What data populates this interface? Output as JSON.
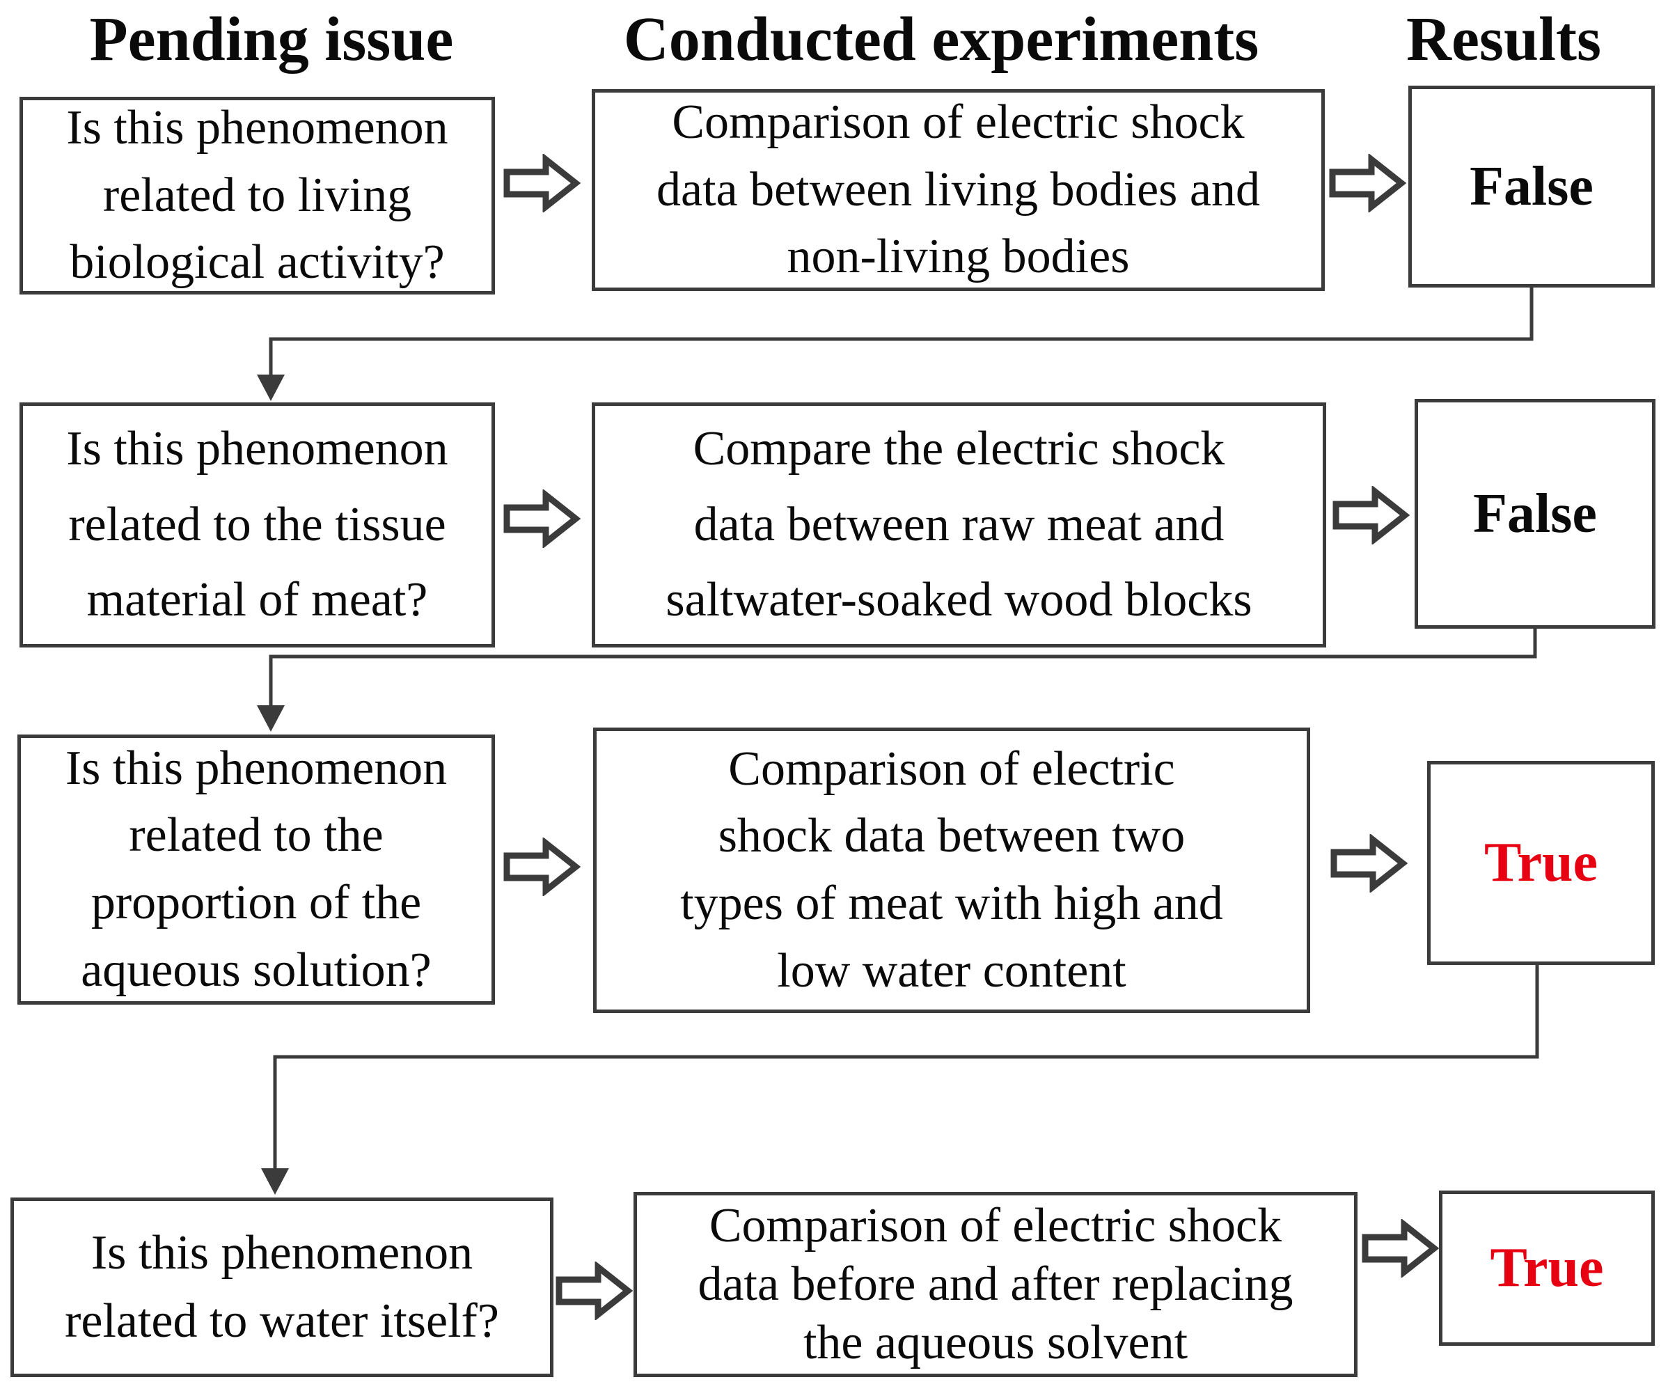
{
  "diagram": {
    "headers": [
      "Pending issue",
      "Conducted experiments",
      "Results"
    ],
    "rows": [
      {
        "question_lines": [
          "Is this phenomenon",
          "related to living",
          "biological activity?"
        ],
        "experiment_lines": [
          "Comparison of electric shock",
          "data between living bodies and",
          "non-living bodies"
        ],
        "result": "False",
        "result_state": "false"
      },
      {
        "question_lines": [
          "Is this phenomenon",
          "related to the tissue",
          "material of meat?"
        ],
        "experiment_lines": [
          "Compare the electric shock",
          "data between raw meat and",
          "saltwater-soaked wood blocks"
        ],
        "result": "False",
        "result_state": "false"
      },
      {
        "question_lines": [
          "Is this phenomenon",
          "related to the",
          "proportion of the",
          "aqueous solution?"
        ],
        "experiment_lines": [
          "Comparison of electric",
          "shock data between two",
          "types of meat with high and",
          "low water content"
        ],
        "result": "True",
        "result_state": "true"
      },
      {
        "question_lines": [
          "Is this phenomenon",
          "related to water itself?"
        ],
        "experiment_lines": [
          "Comparison of electric shock",
          "data before and after replacing",
          "the aqueous solvent"
        ],
        "result": "True",
        "result_state": "true"
      }
    ],
    "icons": {
      "flow_arrow": "right-block-arrow",
      "connector_arrow": "down-arrowhead"
    },
    "colors": {
      "border": "#3b3b3b",
      "text": "#0a0a0a",
      "true_red": "#e60012",
      "background": "#ffffff"
    }
  }
}
